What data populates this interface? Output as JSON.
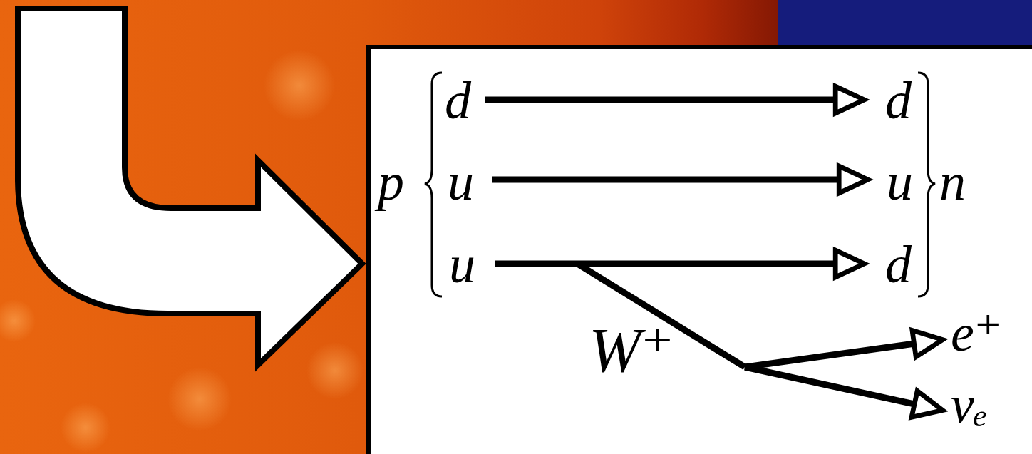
{
  "diagram": {
    "labels": [
      "p",
      "d",
      "u",
      "u",
      "d",
      "u",
      "d",
      "n",
      "W⁺",
      "e⁺",
      "νₑ"
    ]
  }
}
